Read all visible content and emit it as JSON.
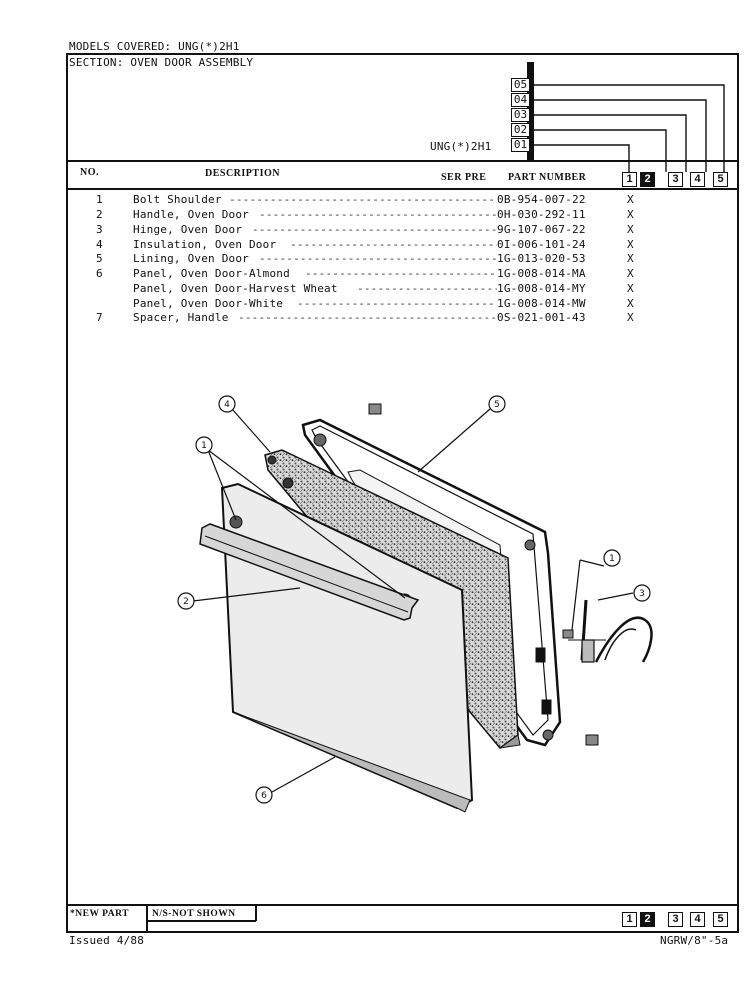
{
  "header": {
    "models_line": "MODELS COVERED: UNG(*)2H1",
    "section_line": "SECTION: OVEN DOOR ASSEMBLY",
    "model_code": "UNG(*)2H1",
    "column_codes": [
      "05",
      "04",
      "03",
      "02",
      "01"
    ]
  },
  "table_header": {
    "no": "NO.",
    "description": "DESCRIPTION",
    "ser_pre": "SER PRE",
    "part_number": "PART NUMBER",
    "columns": [
      "1",
      "2",
      "3",
      "4",
      "5"
    ]
  },
  "parts": [
    {
      "no": "1",
      "description": "Bolt Shoulder",
      "part_number": "0B-954-007-22",
      "mark": "X"
    },
    {
      "no": "2",
      "description": "Handle, Oven Door",
      "part_number": "0H-030-292-11",
      "mark": "X"
    },
    {
      "no": "3",
      "description": "Hinge, Oven Door",
      "part_number": "9G-107-067-22",
      "mark": "X"
    },
    {
      "no": "4",
      "description": "Insulation, Oven Door",
      "part_number": "0I-006-101-24",
      "mark": "X"
    },
    {
      "no": "5",
      "description": "Lining, Oven Door",
      "part_number": "1G-013-020-53",
      "mark": "X"
    },
    {
      "no": "6",
      "description": "Panel, Oven Door-Almond",
      "part_number": "1G-008-014-MA",
      "mark": "X"
    },
    {
      "no": "",
      "description": "Panel, Oven Door-Harvest Wheat",
      "part_number": "1G-008-014-MY",
      "mark": "X"
    },
    {
      "no": "",
      "description": "Panel, Oven Door-White",
      "part_number": "1G-008-014-MW",
      "mark": "X"
    },
    {
      "no": "7",
      "description": "Spacer, Handle",
      "part_number": "0S-021-001-43",
      "mark": "X"
    }
  ],
  "diagram": {
    "callouts": [
      "4",
      "5",
      "1",
      "1",
      "2",
      "3",
      "6"
    ]
  },
  "footer": {
    "new_part": "*NEW PART",
    "not_shown": "N/S-NOT SHOWN",
    "issued": "Issued 4/88",
    "page_code": "NGRW/8\"-5a",
    "columns": [
      "1",
      "2",
      "3",
      "4",
      "5"
    ]
  }
}
